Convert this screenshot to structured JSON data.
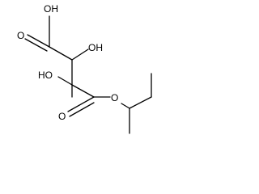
{
  "labels": {
    "oh_top": "OH",
    "o_carbonyl_top": "O",
    "oh_right": "OH",
    "ho_left": "HO",
    "o_ester": "O",
    "o_carbonyl_bottom": "O"
  }
}
